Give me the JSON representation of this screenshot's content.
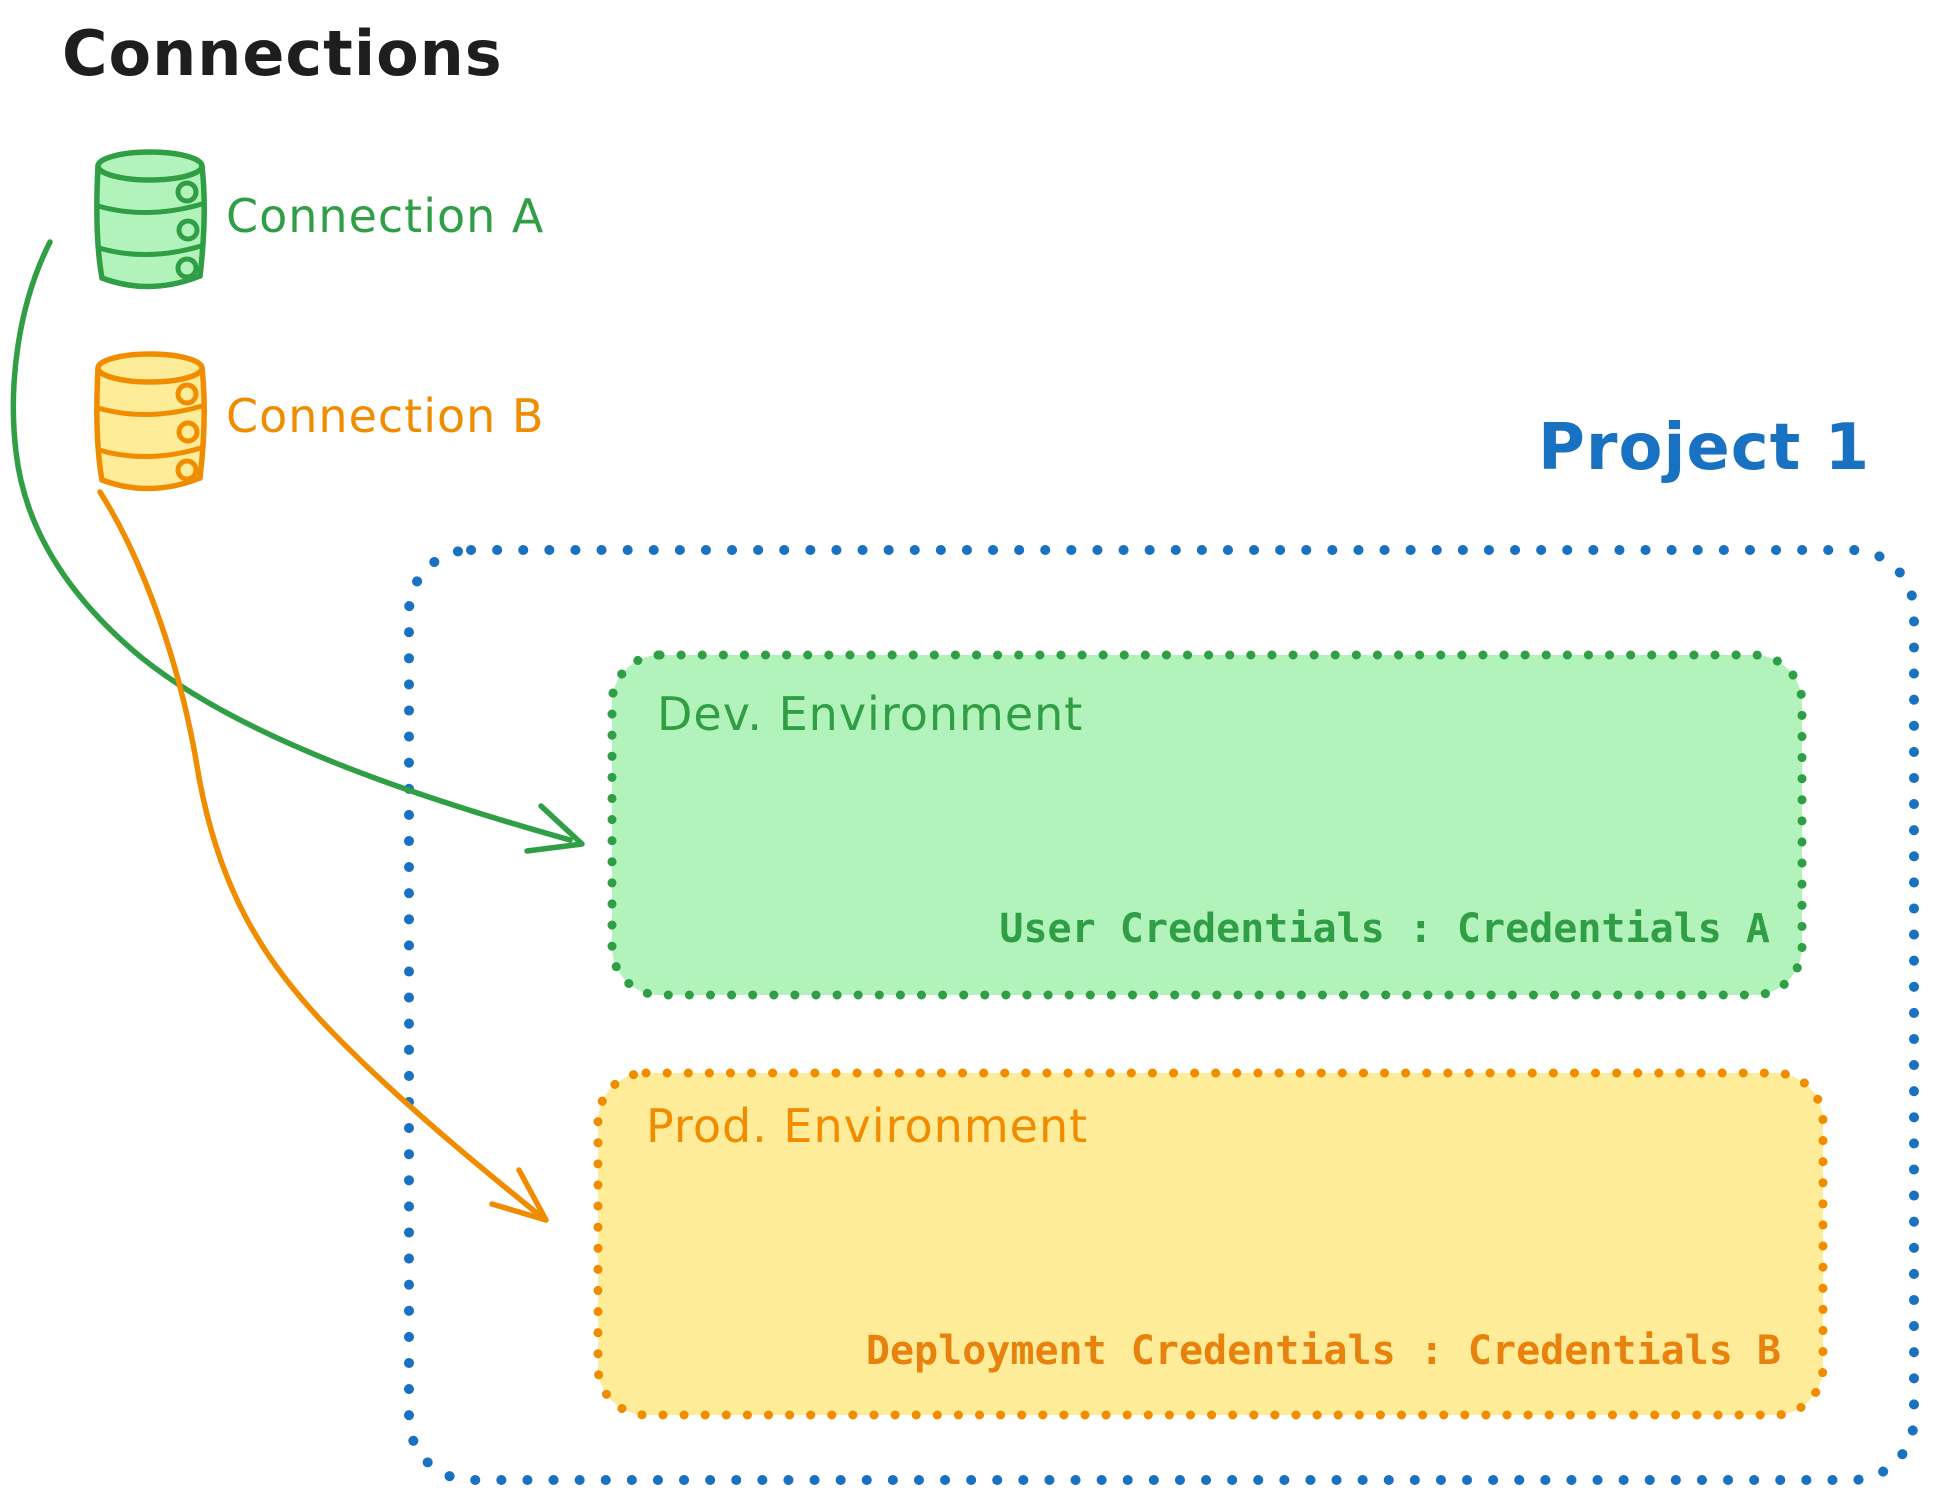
{
  "diagram": {
    "title": "Connections",
    "connections": [
      {
        "id": "connection-a",
        "label": "Connection A",
        "icon": "database-icon",
        "color": "#2f9e44",
        "fill": "#b2f2bb"
      },
      {
        "id": "connection-b",
        "label": "Connection B",
        "icon": "database-icon",
        "color": "#f08c00",
        "fill": "#ffec99"
      }
    ],
    "project": {
      "title": "Project 1",
      "border_color": "#1971c2",
      "environments": [
        {
          "name": "Dev. Environment",
          "credentials": "User Credentials : Credentials A",
          "border_color": "#2f9e44",
          "fill_color": "#b2f2bb",
          "linked_connection": "Connection A"
        },
        {
          "name": "Prod. Environment",
          "credentials": "Deployment Credentials : Credentials B",
          "border_color": "#f08c00",
          "fill_color": "#ffec99",
          "linked_connection": "Connection B"
        }
      ]
    },
    "arrows": [
      {
        "id": "arrow-a",
        "from": "Connection A",
        "to": "Dev. Environment",
        "color": "#2f9e44"
      },
      {
        "id": "arrow-b",
        "from": "Connection B",
        "to": "Prod. Environment",
        "color": "#f08c00"
      }
    ],
    "colors": {
      "text_black": "#1e1e1e",
      "green_stroke": "#2f9e44",
      "green_fill": "#b2f2bb",
      "orange_stroke": "#f08c00",
      "orange_fill": "#ffec99",
      "blue_stroke": "#1971c2",
      "background": "#ffffff"
    }
  }
}
